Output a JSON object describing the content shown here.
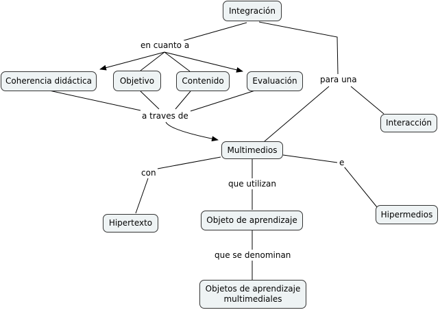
{
  "nodes": {
    "integracion": "Integración",
    "coherencia": "Coherencia didáctica",
    "objetivo": "Objetivo",
    "contenido": "Contenido",
    "evaluacion": "Evaluación",
    "interaccion": "Interacción",
    "multimedios": "Multimedios",
    "hipertexto": "Hipertexto",
    "objeto_aprendizaje": "Objeto de aprendizaje",
    "hipermedios": "Hipermedios",
    "objetos_multimediales": "Objetos de aprendizaje\nmultimediales"
  },
  "phrases": {
    "en_cuanto_a": "en cuanto a",
    "para_una": "para una",
    "a_traves_de": "a traves de",
    "con": "con",
    "que_utilizan": "que utilizan",
    "e": "e",
    "que_se_denominan": "que se denominan"
  }
}
